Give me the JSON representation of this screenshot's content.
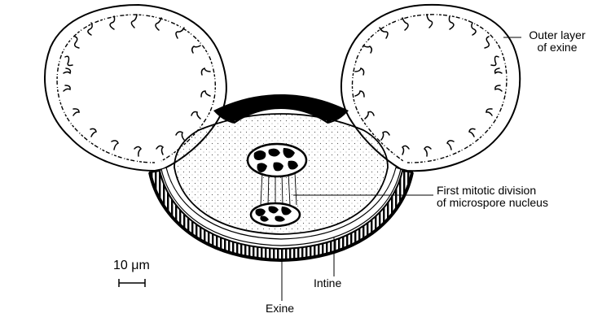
{
  "figure": {
    "labels": {
      "outer_layer_line1": "Outer layer",
      "outer_layer_line2": "of exine",
      "division_line1": "First mitotic division",
      "division_line2": "of microspore nucleus",
      "intine": "Intine",
      "exine": "Exine",
      "scale_bar": "10 μm"
    }
  }
}
